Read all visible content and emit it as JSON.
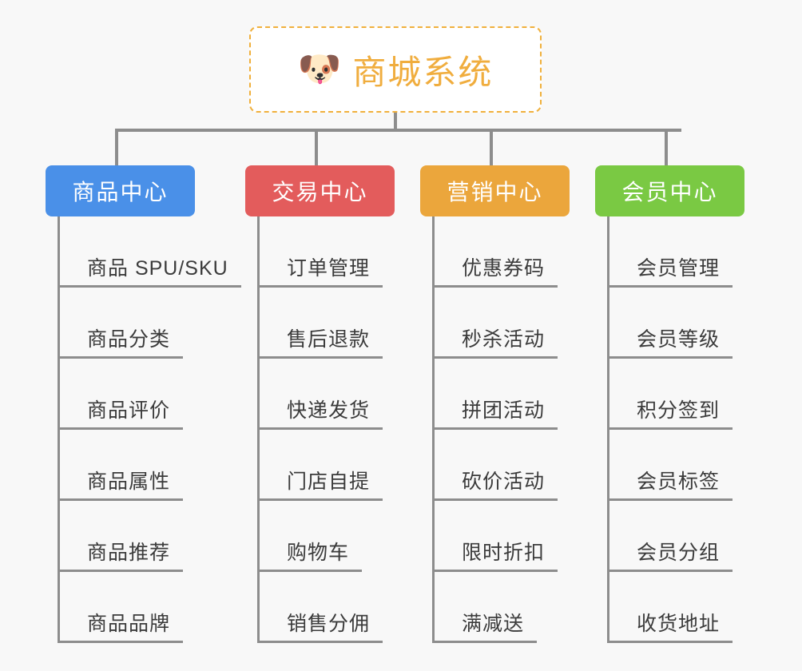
{
  "background_color": "#f8f8f8",
  "root": {
    "icon": "dog-face-emoji",
    "icon_glyph": "🐶",
    "title": "商城系统",
    "border_color": "#f0b03c",
    "text_color": "#f0ad3e",
    "fill_color": "#ffffff"
  },
  "connector_color": "#8d8d8d",
  "branches": [
    {
      "id": "product-center",
      "label": "商品中心",
      "color": "#4a90e8",
      "items": [
        "商品 SPU/SKU",
        "商品分类",
        "商品评价",
        "商品属性",
        "商品推荐",
        "商品品牌"
      ]
    },
    {
      "id": "trade-center",
      "label": "交易中心",
      "color": "#e35c5c",
      "items": [
        "订单管理",
        "售后退款",
        "快递发货",
        "门店自提",
        "购物车",
        "销售分佣"
      ]
    },
    {
      "id": "marketing-center",
      "label": "营销中心",
      "color": "#eba63c",
      "items": [
        "优惠券码",
        "秒杀活动",
        "拼团活动",
        "砍价活动",
        "限时折扣",
        "满减送"
      ]
    },
    {
      "id": "member-center",
      "label": "会员中心",
      "color": "#7ac943",
      "items": [
        "会员管理",
        "会员等级",
        "积分签到",
        "会员标签",
        "会员分组",
        "收货地址"
      ]
    }
  ]
}
